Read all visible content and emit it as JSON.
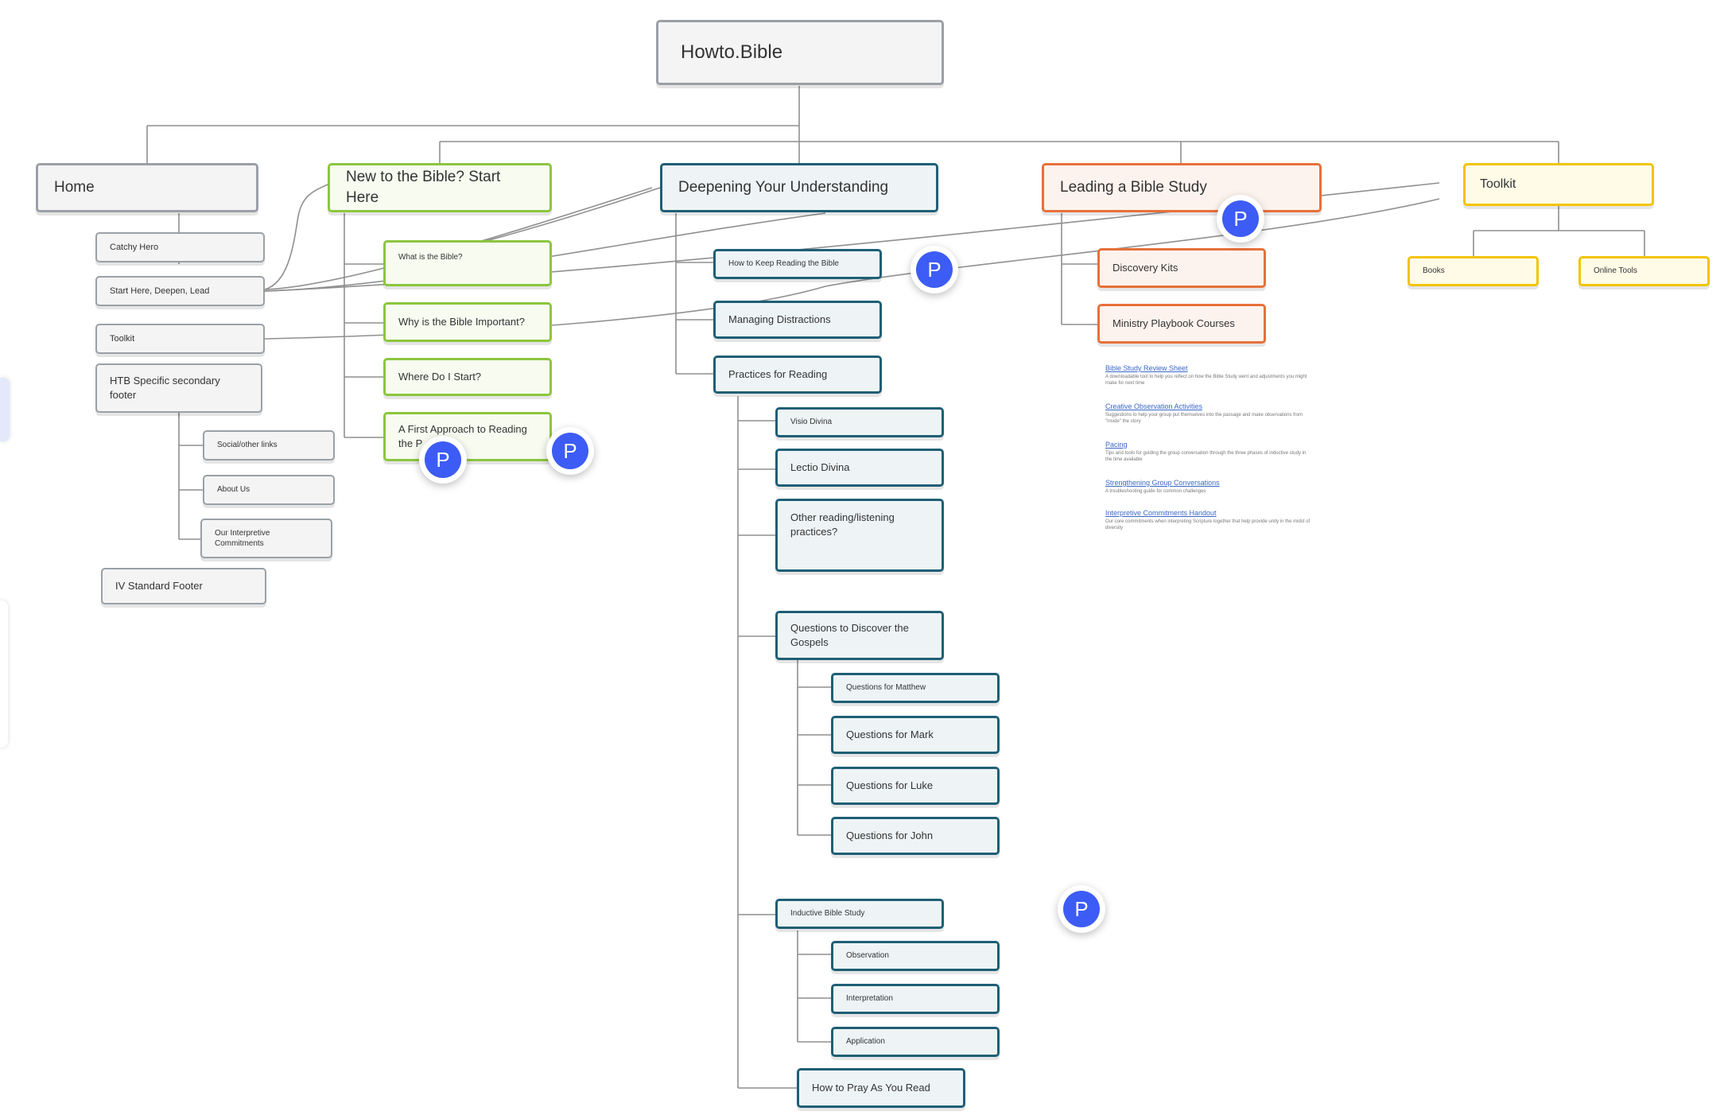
{
  "nodes": {
    "root": "Howto.Bible",
    "home": "Home",
    "catchy_hero": "Catchy Hero",
    "start_deepen_lead": "Start Here, Deepen, Lead",
    "home_toolkit": "Toolkit",
    "htb_footer": "HTB Specific secondary footer",
    "social_links": "Social/other links",
    "about_us": "About Us",
    "interpretive": "Our Interpretive Commitments",
    "iv_footer": "IV Standard Footer",
    "new_to_bible": "New to the Bible? Start Here",
    "what_is_bible": "What is the Bible?",
    "why_important": "Why is the Bible Important?",
    "where_start": "Where Do I Start?",
    "first_approach": "A First Approach to Reading the P",
    "deepening": "Deepening Your Understanding",
    "keep_reading": "How to Keep Reading the Bible",
    "managing_distractions": "Managing Distractions",
    "practices": "Practices for Reading",
    "visio_divina": "Visio Divina",
    "lectio_divina": "Lectio Divina",
    "other_practices": "Other reading/listening practices?",
    "questions_gospels": "Questions to Discover the Gospels",
    "q_matthew": "Questions for Matthew",
    "q_mark": "Questions for Mark",
    "q_luke": "Questions for Luke",
    "q_john": "Questions for John",
    "inductive": "Inductive Bible Study",
    "observation": "Observation",
    "interpretation": "Interpretation",
    "application": "Application",
    "pray": "How to Pray As You Read",
    "leading": "Leading a Bible Study",
    "discovery_kits": "Discovery Kits",
    "ministry_playbook": "Ministry Playbook Courses",
    "toolkit": "Toolkit",
    "books": "Books",
    "online_tools": "Online Tools"
  },
  "resources": [
    {
      "link": "Bible Study Review Sheet",
      "desc": "A downloadable tool to help you reflect on how the Bible Study went and adjustments you might make for next time"
    },
    {
      "link": "Creative Observation Activities",
      "desc": "Suggestions to help your group put themselves into the passage and make observations from \"inside\" the story"
    },
    {
      "link": "Pacing",
      "desc": "Tips and tools for guiding the group conversation through the three phases of inductive study in the time available"
    },
    {
      "link": "Strengthening Group Conversations",
      "desc": "A troubleshooting guide for common challenges"
    },
    {
      "link": "Interpretive Commitments Handout",
      "desc": "Our core commitments when interpreting Scripture together that help provide unity in the midst of diversity"
    }
  ],
  "comment_badge": "P",
  "colors": {
    "neutral": "#9aa0a6",
    "new": "#8cc63f",
    "deepen": "#1f5f75",
    "lead": "#e8703a",
    "toolkit": "#f2c400",
    "badge": "#3d5cf5"
  }
}
